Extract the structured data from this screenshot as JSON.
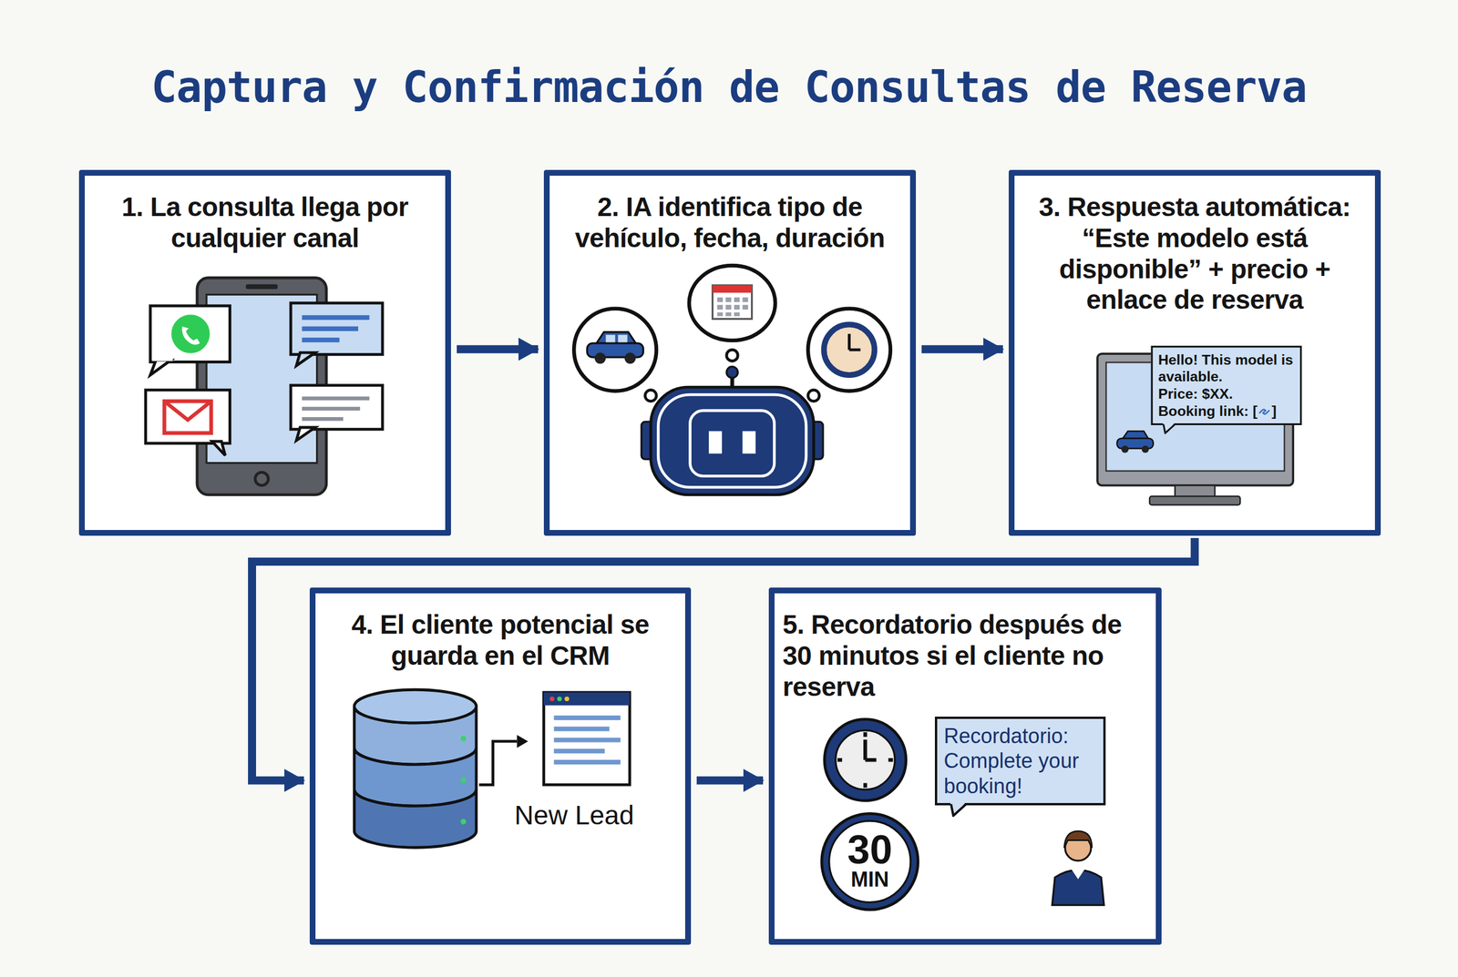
{
  "diagram": {
    "title": "Captura y Confirmación de Consultas de Reserva",
    "nodes": [
      {
        "text": [
          "1. La consulta llega por cualquier canal"
        ]
      },
      {
        "text": [
          "2. IA identifica tipo de vehículo, fecha, duración"
        ]
      },
      {
        "text": [
          "3. Respuesta automática: “Este modelo está disponible” + precio + enlace de reserva"
        ]
      },
      {
        "text": [
          "Hello! This model is available.",
          "Price: $XX.",
          "Booking link: [",
          "]"
        ],
        "in": 2
      },
      {
        "text": [
          "4. El cliente potencial se guarda en el CRM"
        ]
      },
      {
        "text": [
          "5. Recordatorio después de 30 minutos si el cliente no reserva"
        ]
      },
      {
        "text": [
          "Recordatorio: Complete your booking!"
        ],
        "in": 5
      }
    ],
    "edges": [
      {
        "from": 0,
        "to": 1,
        "arrow": "to"
      },
      {
        "from": 1,
        "to": 2,
        "arrow": "to"
      },
      {
        "from": 2,
        "to": 4,
        "arrow": "to"
      },
      {
        "from": 4,
        "to": 5,
        "arrow": "to"
      }
    ],
    "labels": [
      "New Lead",
      "30",
      "MIN"
    ]
  }
}
